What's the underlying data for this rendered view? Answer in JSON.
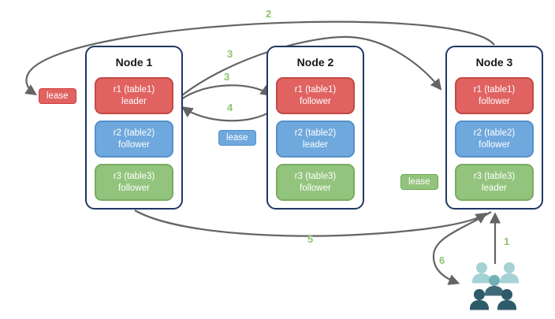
{
  "nodes": [
    {
      "title": "Node 1",
      "replicas": [
        {
          "name": "r1 (table1)",
          "role": "leader"
        },
        {
          "name": "r2 (table2)",
          "role": "follower"
        },
        {
          "name": "r3 (table3)",
          "role": "follower"
        }
      ]
    },
    {
      "title": "Node 2",
      "replicas": [
        {
          "name": "r1 (table1)",
          "role": "follower"
        },
        {
          "name": "r2 (table2)",
          "role": "leader"
        },
        {
          "name": "r3 (table3)",
          "role": "follower"
        }
      ]
    },
    {
      "title": "Node 3",
      "replicas": [
        {
          "name": "r1 (table1)",
          "role": "follower"
        },
        {
          "name": "r2 (table2)",
          "role": "follower"
        },
        {
          "name": "r3 (table3)",
          "role": "leader"
        }
      ]
    }
  ],
  "leases": {
    "red": "lease",
    "blue": "lease",
    "green": "lease"
  },
  "arrow_labels": {
    "step1": "1",
    "step2": "2",
    "step3_upper": "3",
    "step3_lower": "3",
    "step4": "4",
    "step5": "5",
    "step6": "6"
  },
  "colors": {
    "replica_red": "#e06361",
    "replica_blue": "#6fa8dc",
    "replica_green": "#93c47d",
    "node_border": "#1f3864",
    "arrow_gray": "#646464",
    "label_green": "#8ec46f",
    "users_light": "#a5d2d5",
    "users_mid": "#71afb6",
    "users_dark": "#2d5b69"
  },
  "icons": {
    "users": "users-group-icon"
  }
}
